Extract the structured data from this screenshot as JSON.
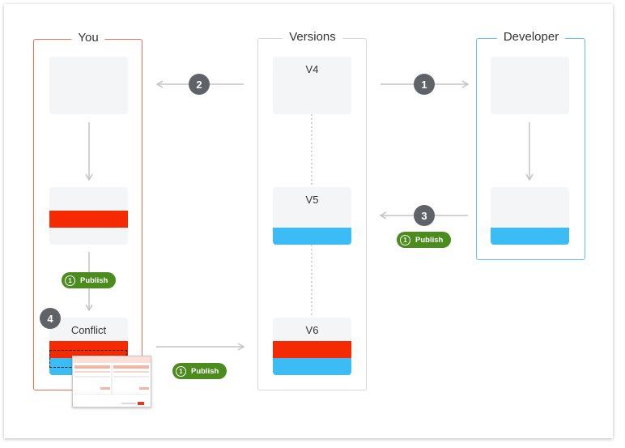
{
  "columns": {
    "you": {
      "title": "You"
    },
    "versions": {
      "title": "Versions"
    },
    "developer": {
      "title": "Developer"
    }
  },
  "tiles": {
    "v4": "V4",
    "v5": "V5",
    "v6": "V6",
    "conflict": "Conflict"
  },
  "steps": [
    "1",
    "2",
    "3",
    "4"
  ],
  "publish": {
    "label": "Publish",
    "count": "1"
  },
  "colors": {
    "you_border": "#ee6e55",
    "developer_border": "#5cc5f2",
    "versions_border": "#d7d7d7",
    "red_change": "#f52a00",
    "blue_change": "#3bbcf5",
    "publish_green": "#4c8c1e",
    "step_badge": "#5f6368"
  }
}
